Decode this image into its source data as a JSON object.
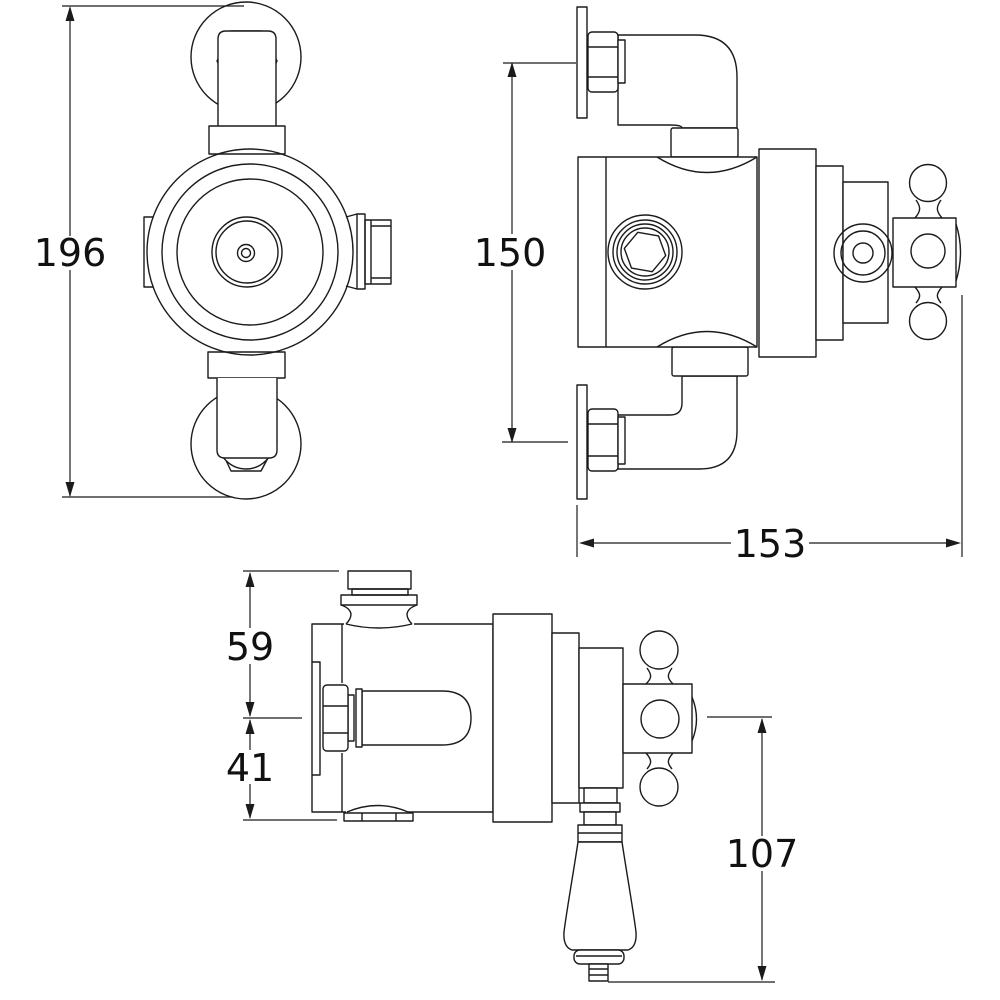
{
  "drawing": {
    "type": "technical-dimension-drawing",
    "subject": "thermostatic shower valve, three orthographic views",
    "units": "mm",
    "colors": {
      "line": "#1b1b1b",
      "background": "#ffffff"
    }
  },
  "dimensions": {
    "front_overall_height": "196",
    "side_inlet_spacing": "150",
    "side_overall_depth": "153",
    "top_outlet_to_center": "59",
    "top_center_to_bottom": "41",
    "top_handle_to_lever_tip": "107"
  }
}
